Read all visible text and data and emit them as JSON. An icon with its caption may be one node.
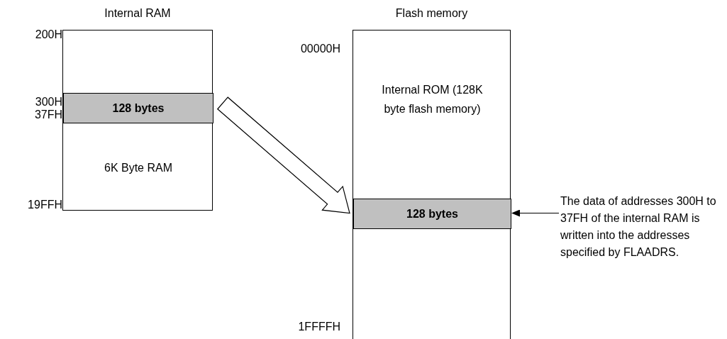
{
  "diagram": {
    "nodes": [
      {
        "text": [
          "Internal RAM",
          "6K Byte RAM"
        ]
      },
      {
        "text": [
          "128 bytes"
        ],
        "in": 0
      },
      {
        "text": [
          "Flash memory",
          "Internal ROM (128K byte flash memory)"
        ]
      },
      {
        "text": [
          "128 bytes"
        ],
        "in": 2
      },
      {
        "text": [
          "The data of addresses 300H to 37FH of the internal RAM is written into the addresses specified by FLAADRS."
        ]
      }
    ],
    "edges": [
      {
        "from": 1,
        "to": 3,
        "arrow": "to"
      },
      {
        "from": 4,
        "to": 3,
        "arrow": "to"
      }
    ],
    "labels": [
      "200H",
      "300H",
      "37FH",
      "19FFH",
      "00000H",
      "1FFFFH"
    ]
  }
}
